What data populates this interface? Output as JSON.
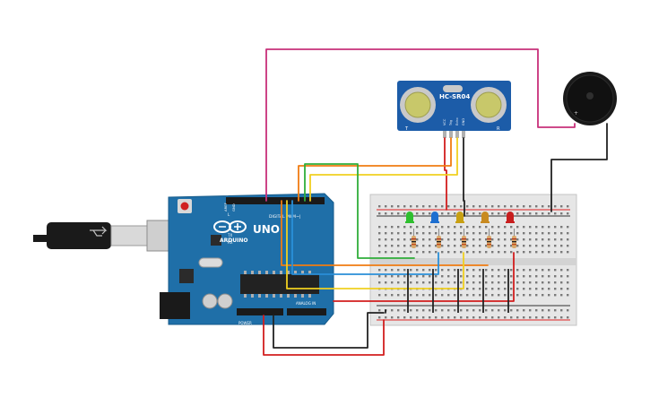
{
  "arduino": {
    "brand": "ARDUINO",
    "model": "UNO",
    "label_digital": "DIGITAL PWM~|",
    "label_power": "POWER",
    "label_analog": "ANALOG IN",
    "label_tx": "TX",
    "label_rx": "RX",
    "label_l": "L",
    "label_aref": "AREF",
    "label_gnd": "GND"
  },
  "sensor": {
    "name": "HC-SR04",
    "pins": [
      "VCC",
      "Trig",
      "Echo",
      "GND"
    ],
    "label_t": "T",
    "label_r": "R"
  },
  "leds": [
    {
      "color": "#2fbf2f"
    },
    {
      "color": "#1e6fd0"
    },
    {
      "color": "#c8a012"
    },
    {
      "color": "#c88a20"
    },
    {
      "color": "#c81e1e"
    }
  ],
  "colors": {
    "board": "#1f6fa8",
    "wire_magenta": "#c8307a",
    "wire_red": "#d21e1e",
    "wire_black": "#222222",
    "wire_orange": "#f07c12",
    "wire_yellow": "#f0d020",
    "wire_green": "#2fae3a",
    "wire_blue": "#2a8fd8"
  }
}
